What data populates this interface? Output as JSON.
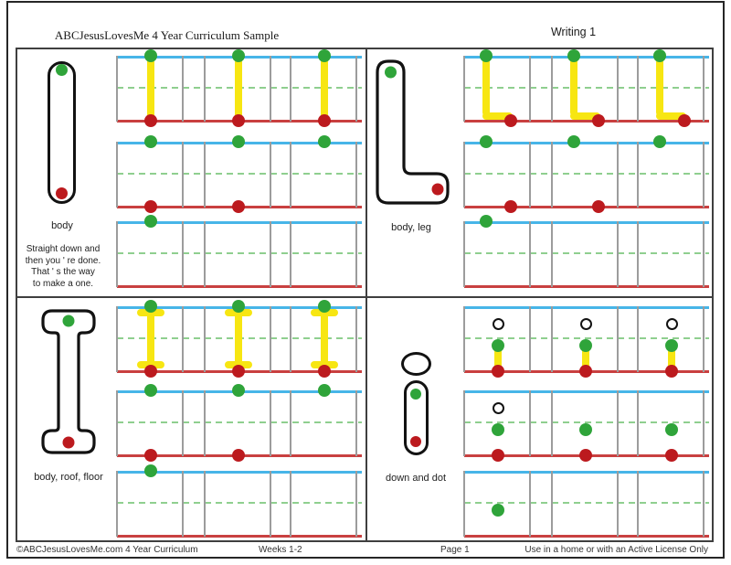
{
  "header": {
    "left_title": "ABCJesusLovesMe 4 Year Curriculum Sample",
    "right_title": "Writing 1"
  },
  "footer": {
    "copyright": "©ABCJesusLovesMe.com 4 Year Curriculum",
    "weeks": "Weeks 1-2",
    "page": "Page 1",
    "license": "Use in a home or with an Active License Only"
  },
  "colors": {
    "guide_top": "#47b5e8",
    "guide_mid": "#8fcf8f",
    "guide_bottom": "#c94040",
    "cell_line": "#9c9c9c",
    "trace": "#f7e612",
    "start_dot": "#2fa43a",
    "end_dot": "#bc1a1e"
  },
  "quadrants": [
    {
      "name": "number-one",
      "glyph": "one",
      "label": "body",
      "instruction_lines": [
        "Straight down and",
        "then you ' re done.",
        "That ' s the way",
        "to make a one."
      ],
      "rows": [
        {
          "cells": [
            [
              "trace",
              "start",
              "end"
            ],
            [
              "trace",
              "start",
              "end"
            ],
            [
              "trace",
              "start",
              "end"
            ]
          ]
        },
        {
          "cells": [
            [
              "start",
              "end"
            ],
            [
              "start",
              "end"
            ],
            [
              "start"
            ]
          ]
        },
        {
          "cells": [
            [
              "start"
            ],
            [],
            []
          ]
        }
      ]
    },
    {
      "name": "letter-L-uppercase",
      "glyph": "L",
      "label": "body, leg",
      "instruction_lines": [],
      "rows": [
        {
          "cells": [
            [
              "trace",
              "start",
              "end"
            ],
            [
              "trace",
              "start",
              "end"
            ],
            [
              "trace",
              "start",
              "end"
            ]
          ]
        },
        {
          "cells": [
            [
              "start",
              "end"
            ],
            [
              "start",
              "end"
            ],
            [
              "start"
            ]
          ]
        },
        {
          "cells": [
            [
              "start"
            ],
            [],
            []
          ]
        }
      ]
    },
    {
      "name": "letter-I-uppercase",
      "glyph": "I",
      "label": "body, roof, floor",
      "instruction_lines": [],
      "rows": [
        {
          "cells": [
            [
              "trace",
              "start",
              "end"
            ],
            [
              "trace",
              "start",
              "end"
            ],
            [
              "trace",
              "start",
              "end"
            ]
          ]
        },
        {
          "cells": [
            [
              "start",
              "end"
            ],
            [
              "start",
              "end"
            ],
            [
              "start"
            ]
          ]
        },
        {
          "cells": [
            [
              "start"
            ],
            [],
            []
          ]
        }
      ]
    },
    {
      "name": "letter-i-lowercase",
      "glyph": "i",
      "label": "down and dot",
      "instruction_lines": [],
      "rows": [
        {
          "cells": [
            [
              "circle",
              "trace",
              "start",
              "end"
            ],
            [
              "circle",
              "trace",
              "start",
              "end"
            ],
            [
              "circle",
              "trace",
              "start",
              "end"
            ]
          ]
        },
        {
          "cells": [
            [
              "circle",
              "start",
              "end"
            ],
            [
              "start",
              "end"
            ],
            [
              "start",
              "end"
            ]
          ]
        },
        {
          "cells": [
            [
              "start"
            ],
            [],
            []
          ]
        }
      ]
    }
  ]
}
